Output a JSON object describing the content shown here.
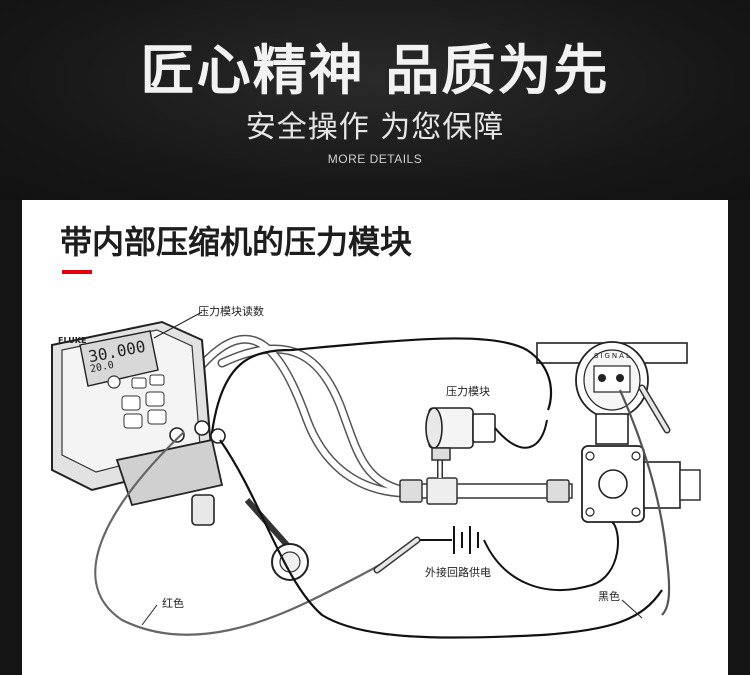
{
  "hero": {
    "title": "匠心精神 品质为先",
    "subtitle": "安全操作 为您保障",
    "more": "MORE DETAILS"
  },
  "card": {
    "title": "带内部压缩机的压力模块",
    "accent_color": "#e60012"
  },
  "labels": {
    "readout": "压力模块读数",
    "module": "压力模块",
    "supply": "外接回路供电",
    "red": "红色",
    "black": "黑色"
  },
  "device": {
    "brand": "FLUKE",
    "reading": "30.000",
    "sub_reading": "20.0"
  },
  "transmitter": {
    "label": "SIGNAL"
  }
}
